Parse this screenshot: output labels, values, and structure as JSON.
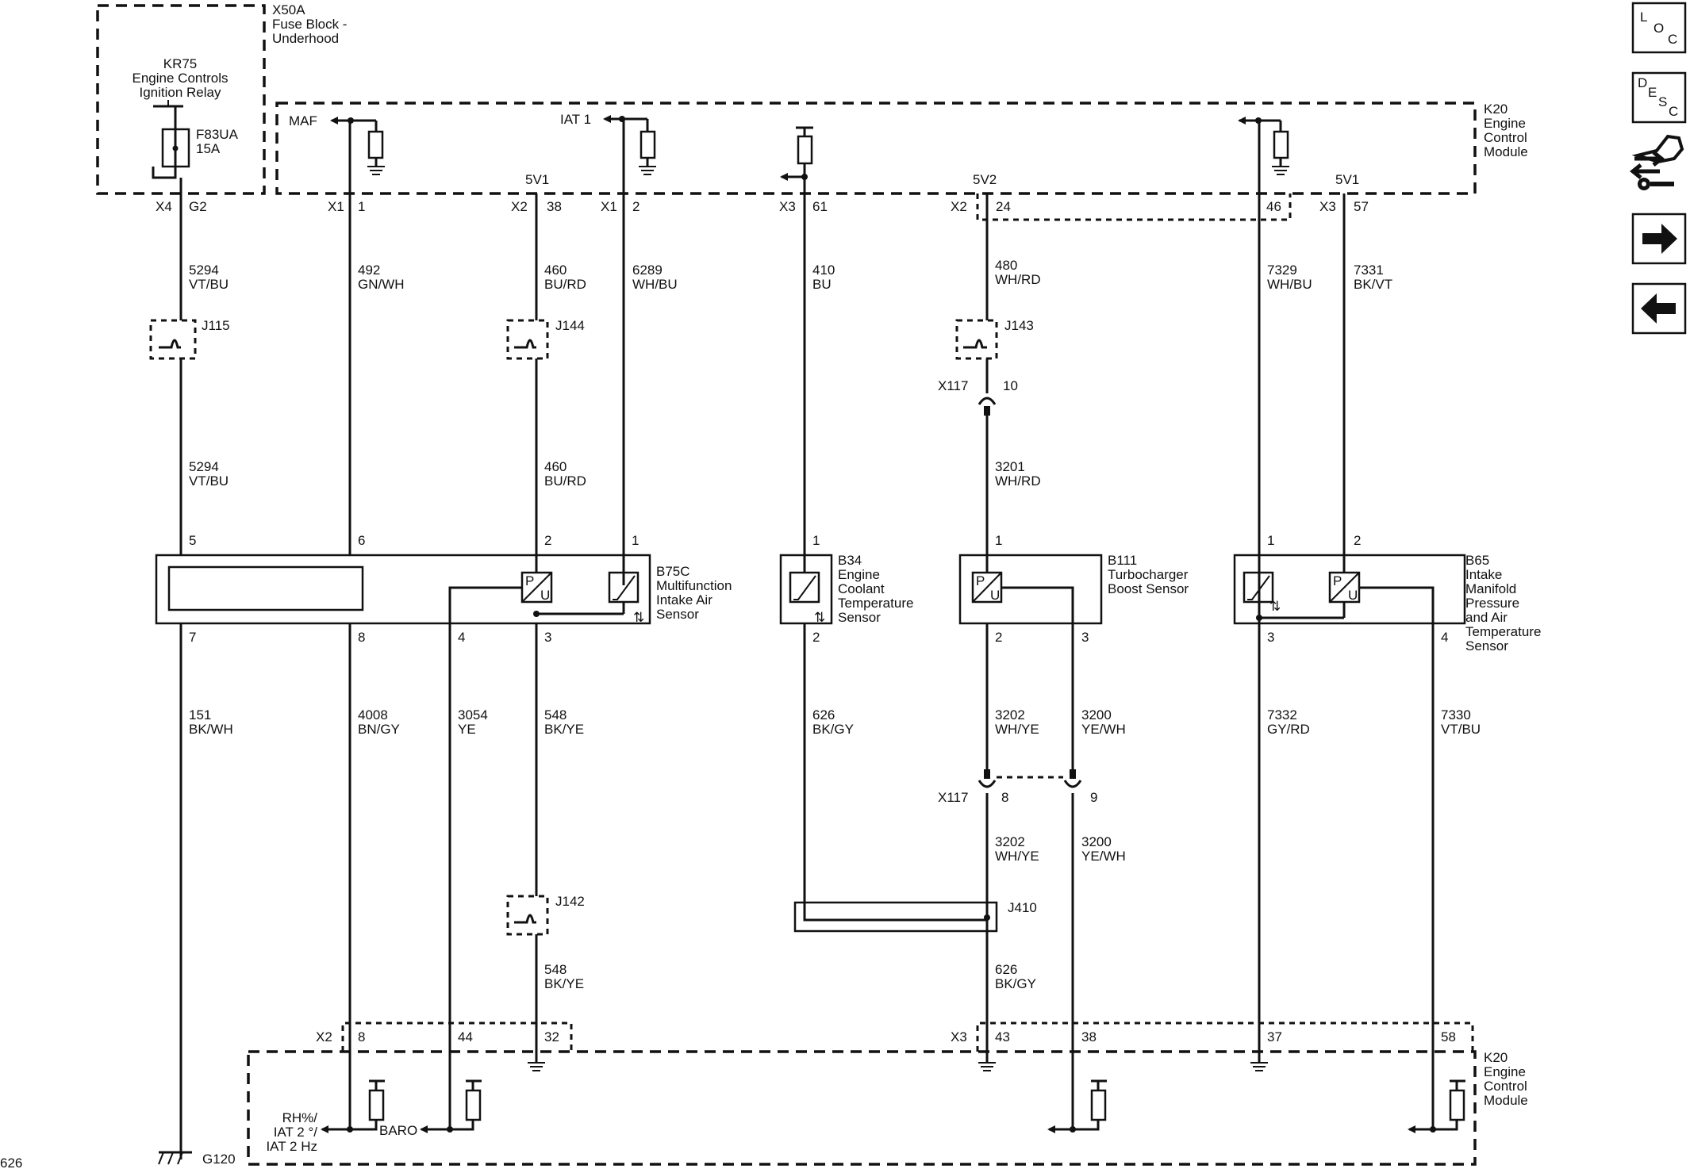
{
  "page_id": "626",
  "nav": {
    "loc": [
      "L",
      "O",
      "C"
    ],
    "desc": [
      "D",
      "E",
      "S",
      "C"
    ]
  },
  "fuse_block": {
    "title_1": "X50A",
    "title_2": "Fuse Block -",
    "title_3": "Underhood"
  },
  "relay": {
    "line_1": "KR75",
    "line_2": "Engine Controls",
    "line_3": "Ignition Relay"
  },
  "fuse": {
    "line_1": "F83UA",
    "line_2": "15A"
  },
  "ecm": {
    "line_1": "K20",
    "line_2": "Engine",
    "line_3": "Control",
    "line_4": "Module"
  },
  "signals": {
    "maf": "MAF",
    "iat1": "IAT 1",
    "baro": "BARO",
    "rh_1": "RH%/",
    "rh_2": "IAT 2 °/",
    "rh_3": "IAT 2 Hz"
  },
  "refs": {
    "r5v1": "5V1",
    "r5v2": "5V2"
  },
  "connectors": {
    "x4": "X4",
    "g2": "G2",
    "x1": "X1",
    "x2": "X2",
    "x3": "X3",
    "x117": "X117",
    "p1": "1",
    "p2": "2",
    "p38": "38",
    "p61": "61",
    "p24": "24",
    "p46": "46",
    "p57": "57",
    "p8": "8",
    "p44": "44",
    "p32": "32",
    "p43": "43",
    "p37": "37",
    "p58": "58",
    "p10": "10",
    "p9": "9"
  },
  "wires": {
    "w5294": [
      "5294",
      "VT/BU"
    ],
    "w492": [
      "492",
      "GN/WH"
    ],
    "w460": [
      "460",
      "BU/RD"
    ],
    "w6289": [
      "6289",
      "WH/BU"
    ],
    "w410": [
      "410",
      "BU"
    ],
    "w480": [
      "480",
      "WH/RD"
    ],
    "w7329": [
      "7329",
      "WH/BU"
    ],
    "w7331": [
      "7331",
      "BK/VT"
    ],
    "w3201": [
      "3201",
      "WH/RD"
    ],
    "w151": [
      "151",
      "BK/WH"
    ],
    "w4008": [
      "4008",
      "BN/GY"
    ],
    "w3054": [
      "3054",
      "YE"
    ],
    "w548": [
      "548",
      "BK/YE"
    ],
    "w626": [
      "626",
      "BK/GY"
    ],
    "w3202": [
      "3202",
      "WH/YE"
    ],
    "w3200": [
      "3200",
      "YE/WH"
    ],
    "w7332": [
      "7332",
      "GY/RD"
    ],
    "w7330": [
      "7330",
      "VT/BU"
    ]
  },
  "splices": {
    "j115": "J115",
    "j144": "J144",
    "j143": "J143",
    "j142": "J142",
    "j410": "J410"
  },
  "sensors": {
    "b75c": [
      "B75C",
      "Multifunction",
      "Intake Air",
      "Sensor"
    ],
    "b34": [
      "B34",
      "Engine",
      "Coolant",
      "Temperature",
      "Sensor"
    ],
    "b111": [
      "B111",
      "Turbocharger",
      "Boost Sensor"
    ],
    "b65": [
      "B65",
      "Intake",
      "Manifold",
      "Pressure",
      "and Air",
      "Temperature",
      "Sensor"
    ]
  },
  "pins": {
    "n1": "1",
    "n2": "2",
    "n3": "3",
    "n4": "4",
    "n5": "5",
    "n6": "6",
    "n7": "7",
    "n8": "8"
  },
  "ground": {
    "g120": "G120"
  },
  "pu": {
    "p": "P",
    "u": "U"
  }
}
